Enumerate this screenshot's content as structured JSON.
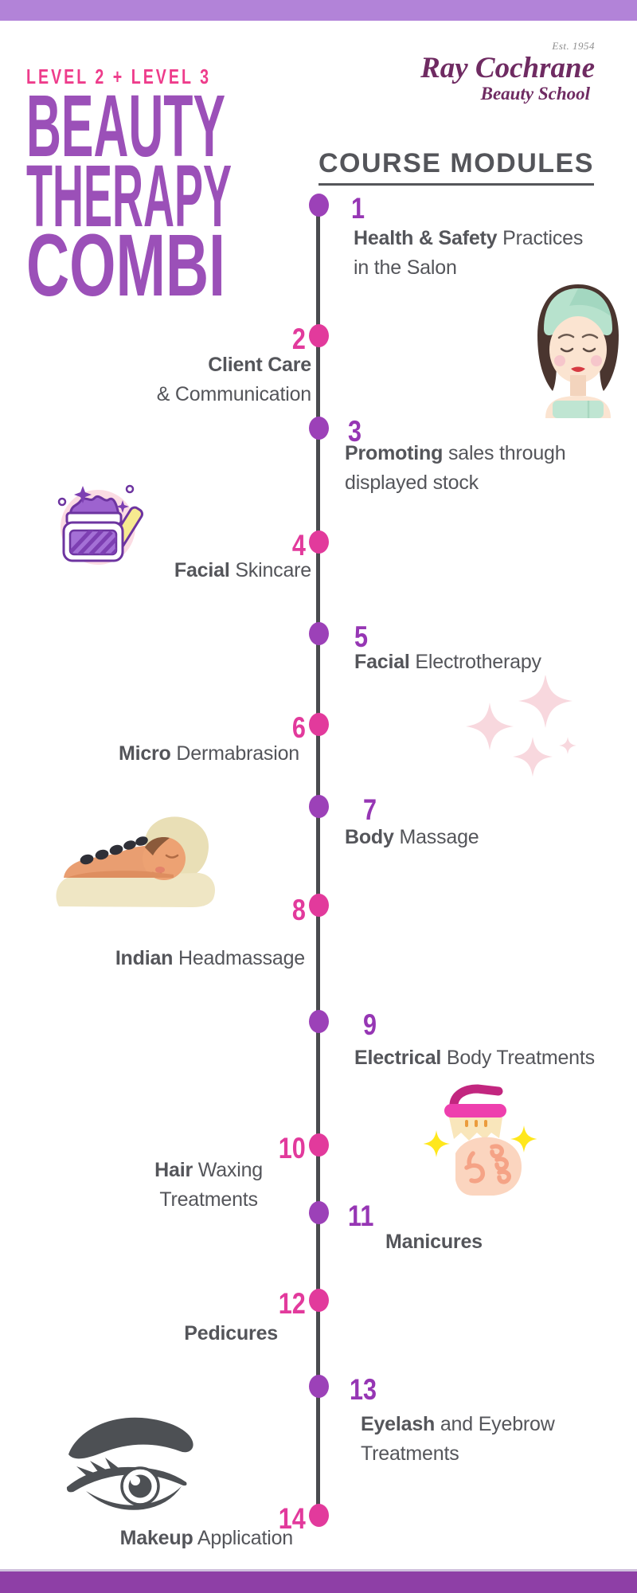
{
  "header": {
    "level_label": "LEVEL 2 + LEVEL 3",
    "title_line1": "BEAUTY",
    "title_line2": "THERAPY",
    "title_line3": "COMBI",
    "section_heading": "COURSE MODULES"
  },
  "logo": {
    "est": "Est. 1954",
    "name": "Ray Cochrane",
    "school": "Beauty School"
  },
  "colors": {
    "top_bar": "#b283d8",
    "bottom_bar": "#8e3fa6",
    "title_purple": "#9b50b8",
    "level_pink": "#ee3c8b",
    "dot_purple": "#9c41b8",
    "dot_pink": "#e23a9c",
    "text_gray": "#54555a",
    "timeline_gray": "#4a4b4f",
    "logo_plum": "#6f2b62"
  },
  "timeline": {
    "modules": [
      {
        "number": "1",
        "side": "right",
        "dot": "purple",
        "lead": "Health & Safety",
        "rest": " Practices",
        "line2": "in the Salon"
      },
      {
        "number": "2",
        "side": "left",
        "dot": "pink",
        "lead": "Client Care",
        "rest": "",
        "line2": "& Communication"
      },
      {
        "number": "3",
        "side": "right",
        "dot": "purple",
        "lead": "Promoting",
        "rest": " sales through",
        "line2": "displayed stock"
      },
      {
        "number": "4",
        "side": "left",
        "dot": "pink",
        "lead": "Facial",
        "rest": " Skincare",
        "line2": ""
      },
      {
        "number": "5",
        "side": "right",
        "dot": "purple",
        "lead": "Facial",
        "rest": " Electrotherapy",
        "line2": ""
      },
      {
        "number": "6",
        "side": "left",
        "dot": "pink",
        "lead": "Micro",
        "rest": " Dermabrasion",
        "line2": ""
      },
      {
        "number": "7",
        "side": "right",
        "dot": "purple",
        "lead": "Body",
        "rest": " Massage",
        "line2": ""
      },
      {
        "number": "8",
        "side": "left",
        "dot": "pink",
        "lead": "Indian",
        "rest": " Headmassage",
        "line2": ""
      },
      {
        "number": "9",
        "side": "right",
        "dot": "purple",
        "lead": "Electrical",
        "rest": " Body Treatments",
        "line2": ""
      },
      {
        "number": "10",
        "side": "left",
        "dot": "pink",
        "lead": "Hair",
        "rest": " Waxing",
        "line2": "Treatments"
      },
      {
        "number": "11",
        "side": "right",
        "dot": "purple",
        "lead": "Manicures",
        "rest": "",
        "line2": ""
      },
      {
        "number": "12",
        "side": "left",
        "dot": "pink",
        "lead": "Pedicures",
        "rest": "",
        "line2": ""
      },
      {
        "number": "13",
        "side": "right",
        "dot": "purple",
        "lead": "Eyelash",
        "rest": " and Eyebrow",
        "line2": "Treatments"
      },
      {
        "number": "14",
        "side": "left",
        "dot": "pink",
        "lead": "Makeup",
        "rest": " Application",
        "line2": ""
      }
    ]
  },
  "icons": [
    "facial-client-icon",
    "cream-jar-icon",
    "sparkles-icon",
    "hot-stone-massage-icon",
    "manicure-brush-hand-icon",
    "eyebrow-eye-icon"
  ]
}
